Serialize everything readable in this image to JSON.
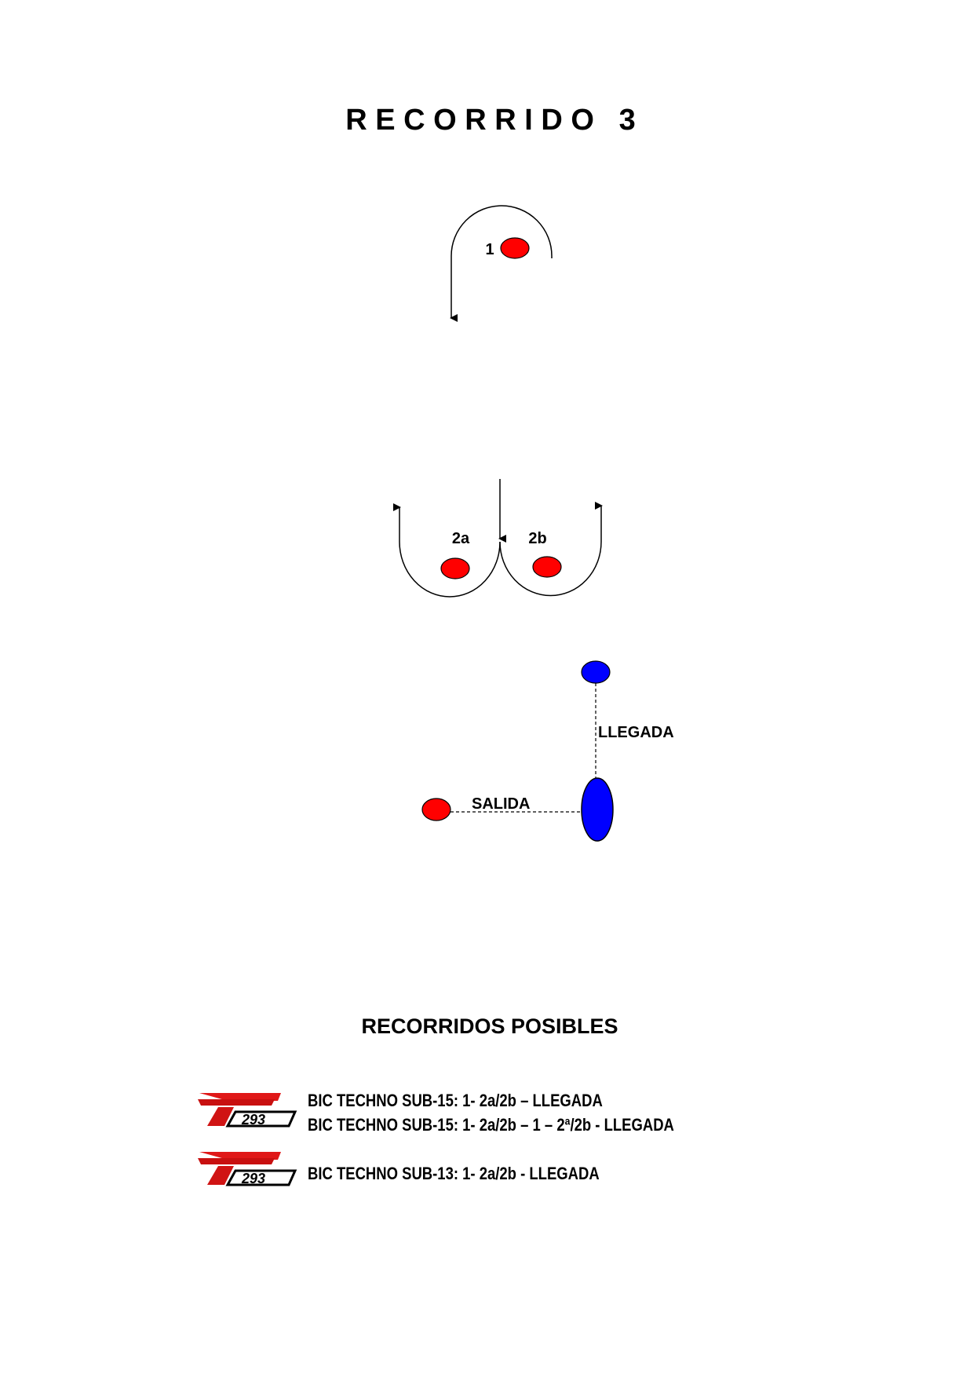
{
  "title": "R E C O R R I D O   3",
  "diagram": {
    "cone_1_label": "1",
    "cone_2a_label": "2a",
    "cone_2b_label": "2b",
    "finish_label": "LLEGADA",
    "start_label": "SALIDA",
    "colors": {
      "red_cone": "#ff0000",
      "blue_cone": "#0000ff",
      "line": "#000000"
    }
  },
  "section_title": "RECORRIDOS POSIBLES",
  "routes": [
    {
      "text": "BIC TECHNO SUB-15: 1- 2a/2b – LLEGADA"
    },
    {
      "text": "BIC TECHNO SUB-15: 1- 2a/2b – 1 – 2ª/2b - LLEGADA"
    },
    {
      "text": "BIC TECHNO SUB-13: 1- 2a/2b - LLEGADA"
    }
  ],
  "logo_text": "T293"
}
